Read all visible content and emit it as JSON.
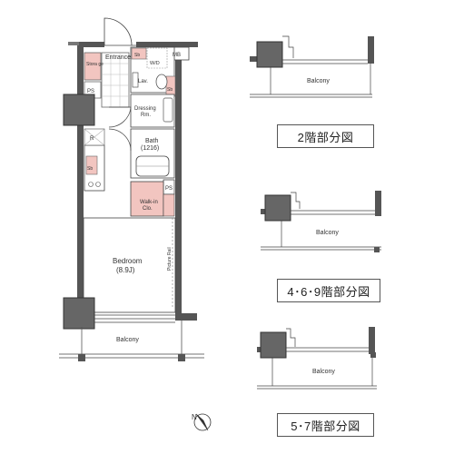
{
  "main_plan": {
    "rooms": {
      "entrance": "Entrance",
      "storage": "Stora ge",
      "mb": "MB",
      "sb_top": "Sb",
      "wd": "W/D",
      "lav": "Lav.",
      "sb_right": "Sb",
      "ps_top": "PS",
      "dressing": "Dressing",
      "dressing2": "Rm.",
      "bath": "Bath",
      "bath_size": "(1216)",
      "r": "R",
      "sb_kitchen": "Sb",
      "ps_mid": "PS",
      "walkin": "Walk-in",
      "walkin2": "Clo.",
      "bedroom": "Bedroom",
      "bedroom_size": "(8.9J)",
      "picture_rail": "Picture Rail",
      "balcony": "Balcony"
    }
  },
  "partial_plans": [
    {
      "balcony": "Balcony",
      "caption": "2階部分図"
    },
    {
      "balcony": "Balcony",
      "caption": "4･6･9階部分図"
    },
    {
      "balcony": "Balcony",
      "caption": "5･7階部分図"
    }
  ],
  "compass": {
    "label": "N"
  },
  "colors": {
    "wall": "#555555",
    "column": "#666666",
    "storage_fill": "#f2c5c0",
    "line": "#333333"
  }
}
